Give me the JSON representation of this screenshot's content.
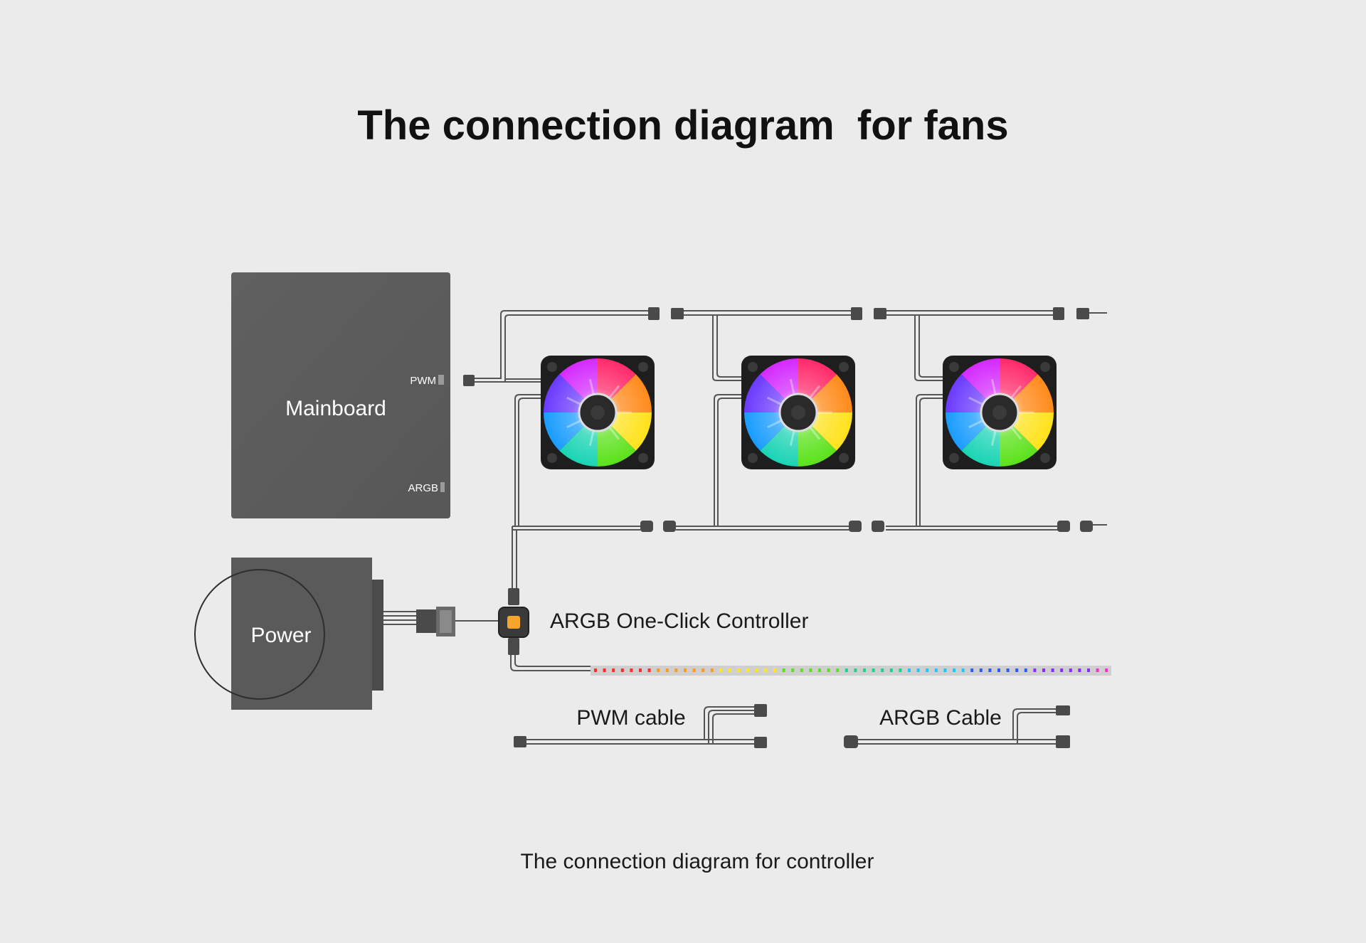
{
  "title": "The connection diagram  for fans",
  "caption": "The connection diagram for controller",
  "mainboard": {
    "label": "Mainboard",
    "pwm_port": "PWM",
    "argb_port": "ARGB"
  },
  "power": {
    "label": "Power"
  },
  "controller": {
    "label": "ARGB One-Click Controller"
  },
  "legend": {
    "pwm_cable": "PWM cable",
    "argb_cable": "ARGB Cable"
  },
  "colors": {
    "background": "#ebebeb",
    "device": "#5c5c5c",
    "cable": "#555555",
    "controller_button": "#f4a52a"
  },
  "led_strip_colors": [
    "#ff2a2a",
    "#ff9a1a",
    "#ffe81a",
    "#5be21a",
    "#1ad48a",
    "#1ac8ff",
    "#2a5bff",
    "#8a2aff",
    "#ff2ad4"
  ],
  "fans": [
    {
      "name": "fan-1"
    },
    {
      "name": "fan-2"
    },
    {
      "name": "fan-3"
    }
  ]
}
